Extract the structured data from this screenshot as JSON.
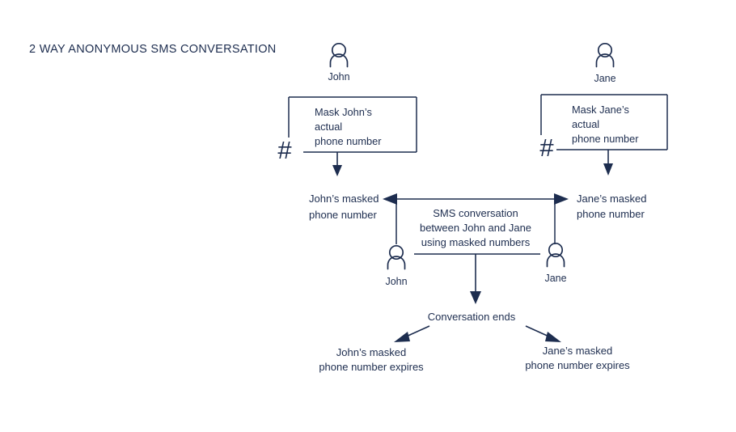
{
  "page": {
    "title": "2 WAY ANONYMOUS SMS CONVERSATION",
    "background_color": "#ffffff",
    "ink_color": "#1d2d4f"
  },
  "actors": {
    "top_left": {
      "name": "John",
      "icon": "person-icon"
    },
    "top_right": {
      "name": "Jane",
      "icon": "person-icon"
    },
    "middle_left": {
      "name": "John",
      "icon": "person-icon"
    },
    "middle_right": {
      "name": "Jane",
      "icon": "person-icon"
    }
  },
  "boxes": {
    "mask_john": {
      "line1": "Mask John’s",
      "line2": "actual",
      "line3": "phone number",
      "badge": "#",
      "badge_icon": "hash-icon"
    },
    "mask_jane": {
      "line1": "Mask Jane’s",
      "line2": "actual",
      "line3": "phone number",
      "badge": "#",
      "badge_icon": "hash-icon"
    }
  },
  "nodes": {
    "john_masked": {
      "line1": "John’s masked",
      "line2": "phone number"
    },
    "jane_masked": {
      "line1": "Jane’s masked",
      "line2": "phone number"
    },
    "sms_conversation": {
      "line1": "SMS conversation",
      "line2": "between John and Jane",
      "line3": "using masked numbers"
    },
    "conversation_ends": {
      "text": "Conversation ends"
    },
    "john_expires": {
      "line1": "John’s masked",
      "line2": "phone number expires"
    },
    "jane_expires": {
      "line1": "Jane’s masked",
      "line2": "phone number expires"
    }
  },
  "connectors": {
    "john_box_to_masked": "arrow-down",
    "jane_box_to_masked": "arrow-down",
    "masked_exchange": "arrow-double-horizontal",
    "conversation_to_ends": "arrow-down",
    "ends_to_john_expires": "arrow-diagonal-down-left",
    "ends_to_jane_expires": "arrow-diagonal-down-right"
  }
}
